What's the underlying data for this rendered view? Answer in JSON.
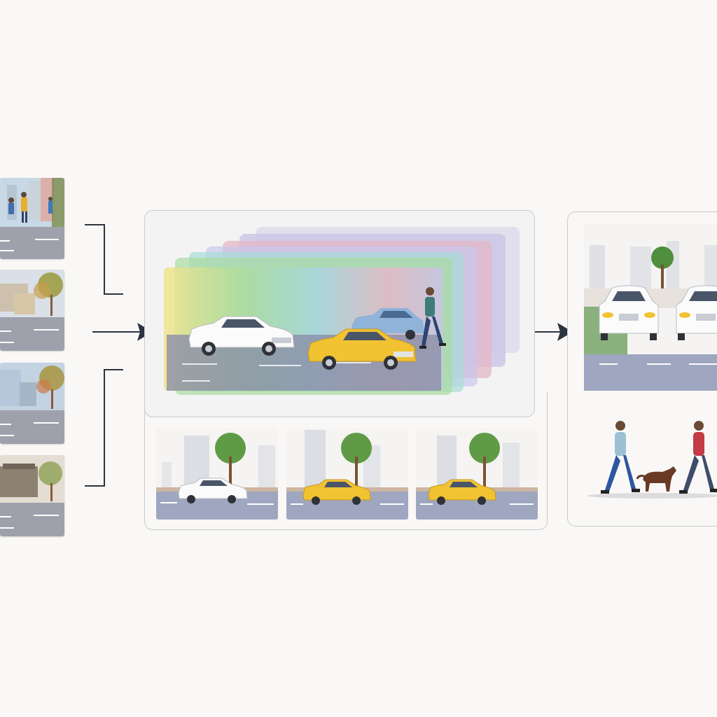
{
  "diagram": {
    "input_frames": [
      {
        "scene": "street-with-pedestrians"
      },
      {
        "scene": "street-with-trees"
      },
      {
        "scene": "street-with-trees"
      },
      {
        "scene": "street-with-buildings"
      }
    ],
    "stack": {
      "layers": 7,
      "colors": [
        "#f3e48c",
        "#a9dca0",
        "#a8dcd8",
        "#c8c8ec",
        "#e4b7c6",
        "#c9c4e6",
        "#dadbe8"
      ]
    },
    "crops": [
      {
        "car": "white-sedan"
      },
      {
        "car": "yellow-sedan"
      },
      {
        "car": "yellow-sedan"
      }
    ],
    "outputs": {
      "vehicles": [
        "white-car",
        "white-car"
      ],
      "pedestrians": [
        "man-blue-shirt",
        "dog",
        "man-red-shirt"
      ]
    },
    "colors": {
      "background": "#f9f8f6",
      "panel_border": "#c9cacd",
      "connector": "#2c3440",
      "road": "#9fa6c0",
      "yellow_car": "#f1c232"
    }
  }
}
